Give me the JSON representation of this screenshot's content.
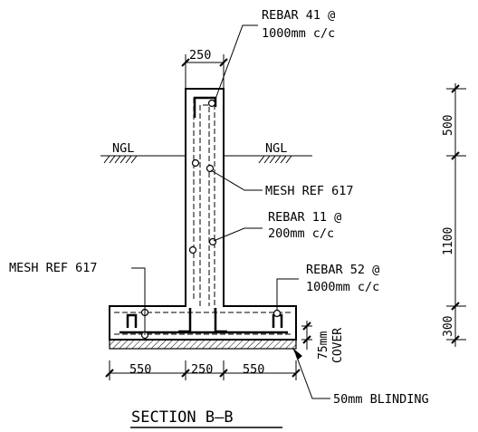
{
  "drawing": {
    "title": "SECTION B–B",
    "dimensions": {
      "stem_width": "250",
      "base_left": "550",
      "base_mid": "250",
      "base_right": "550",
      "upper": "500",
      "middle": "1100",
      "base": "300",
      "cover_value": "75mm",
      "cover_label": "COVER"
    },
    "ground": {
      "left": "NGL",
      "right": "NGL"
    },
    "labels": {
      "rebar41_l1": "REBAR 41 @",
      "rebar41_l2": "1000mm c/c",
      "mesh_right": "MESH REF 617",
      "rebar11_l1": "REBAR 11 @",
      "rebar11_l2": "200mm c/c",
      "mesh_left": "MESH REF 617",
      "rebar52_l1": "REBAR 52 @",
      "rebar52_l2": "1000mm c/c",
      "blinding": "50mm BLINDING"
    }
  }
}
